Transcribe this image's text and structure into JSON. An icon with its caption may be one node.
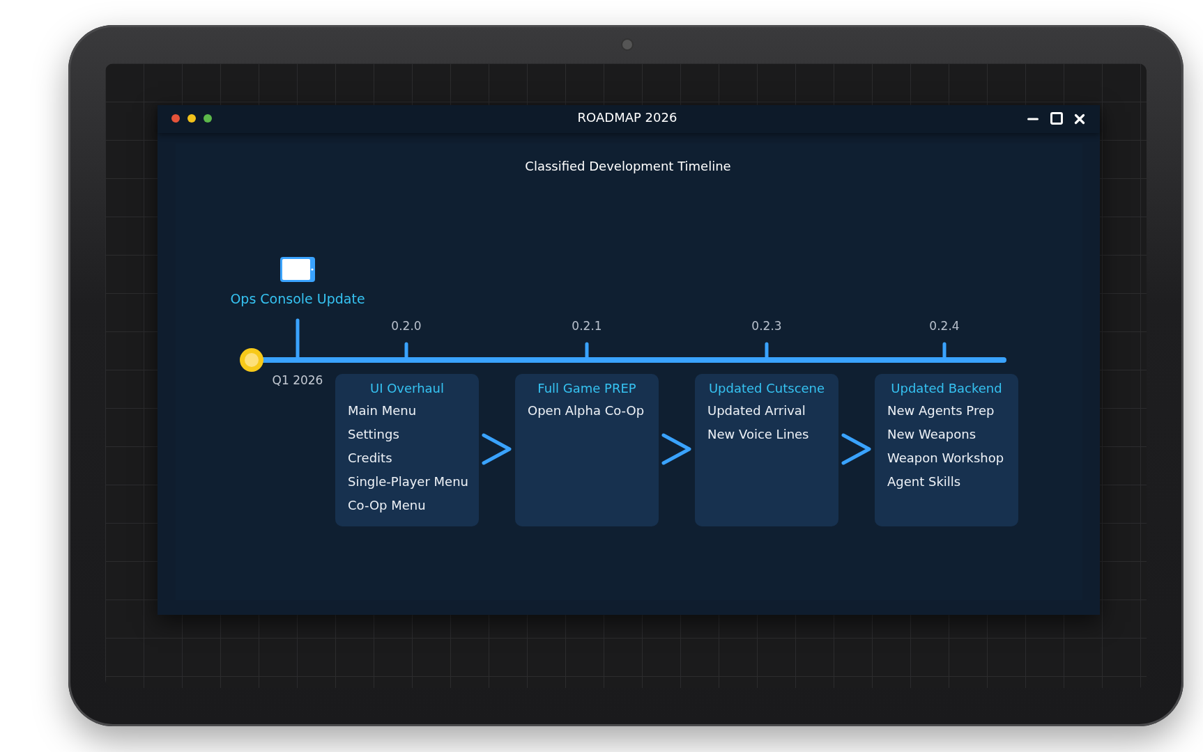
{
  "diagram": {
    "title": "ROADMAP 2026",
    "nodes": [
      {
        "text": [
          "UI Overhaul",
          "Main Menu",
          "Settings",
          "Credits",
          "Single-Player Menu",
          "Co-Op Menu"
        ]
      },
      {
        "text": [
          "Full Game PREP",
          "Open Alpha Co-Op"
        ]
      },
      {
        "text": [
          "Updated Cutscene",
          "Updated Arrival",
          "New Voice Lines"
        ]
      },
      {
        "text": [
          "Updated Backend",
          "New Agents Prep",
          "New Weapons",
          "Weapon Workshop",
          "Agent Skills"
        ]
      }
    ],
    "edges": [
      {
        "from": 0,
        "to": 1,
        "arrow": "to"
      },
      {
        "from": 1,
        "to": 2,
        "arrow": "to"
      },
      {
        "from": 2,
        "to": 3,
        "arrow": "to"
      }
    ],
    "labels": [
      "Classified Development Timeline",
      "Ops Console Update",
      "0.2.0",
      "0.2.1",
      "0.2.3",
      "0.2.4",
      "Q1 2026"
    ]
  }
}
